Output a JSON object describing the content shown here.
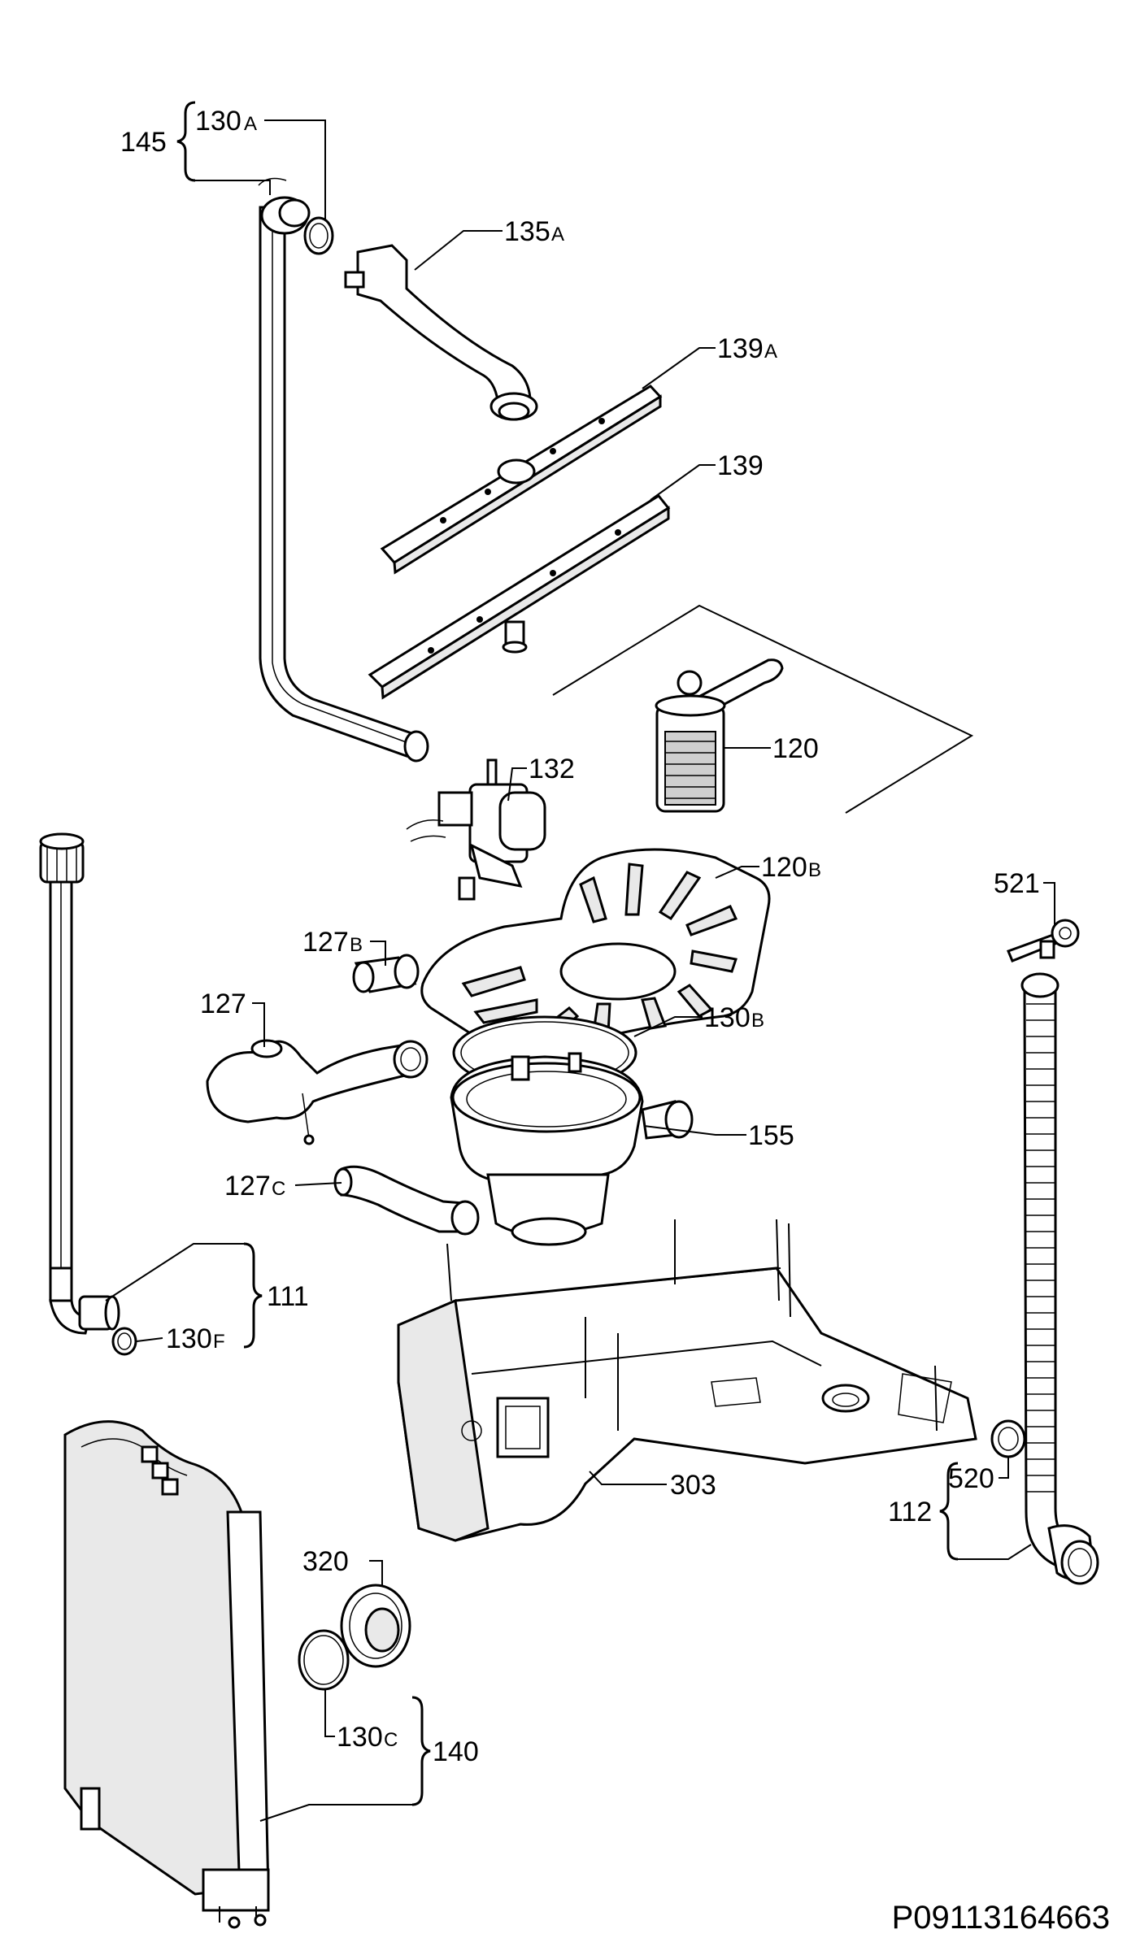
{
  "diagram": {
    "drawing_code": "P09113164663",
    "labels": {
      "l145": "145",
      "l130A": "130",
      "l130A_s": "A",
      "l135A": "135",
      "l135A_s": "A",
      "l139A": "139",
      "l139A_s": "A",
      "l139": "139",
      "l120": "120",
      "l132": "132",
      "l120B": "120",
      "l120B_s": "B",
      "l521": "521",
      "l127B": "127",
      "l127B_s": "B",
      "l127": "127",
      "l130B": "130",
      "l130B_s": "B",
      "l155": "155",
      "l127C": "127",
      "l127C_s": "C",
      "l111": "111",
      "l130F": "130",
      "l130F_s": "F",
      "l303": "303",
      "l112": "112",
      "l520": "520",
      "l320": "320",
      "l130C": "130",
      "l130C_s": "C",
      "l140": "140"
    }
  }
}
